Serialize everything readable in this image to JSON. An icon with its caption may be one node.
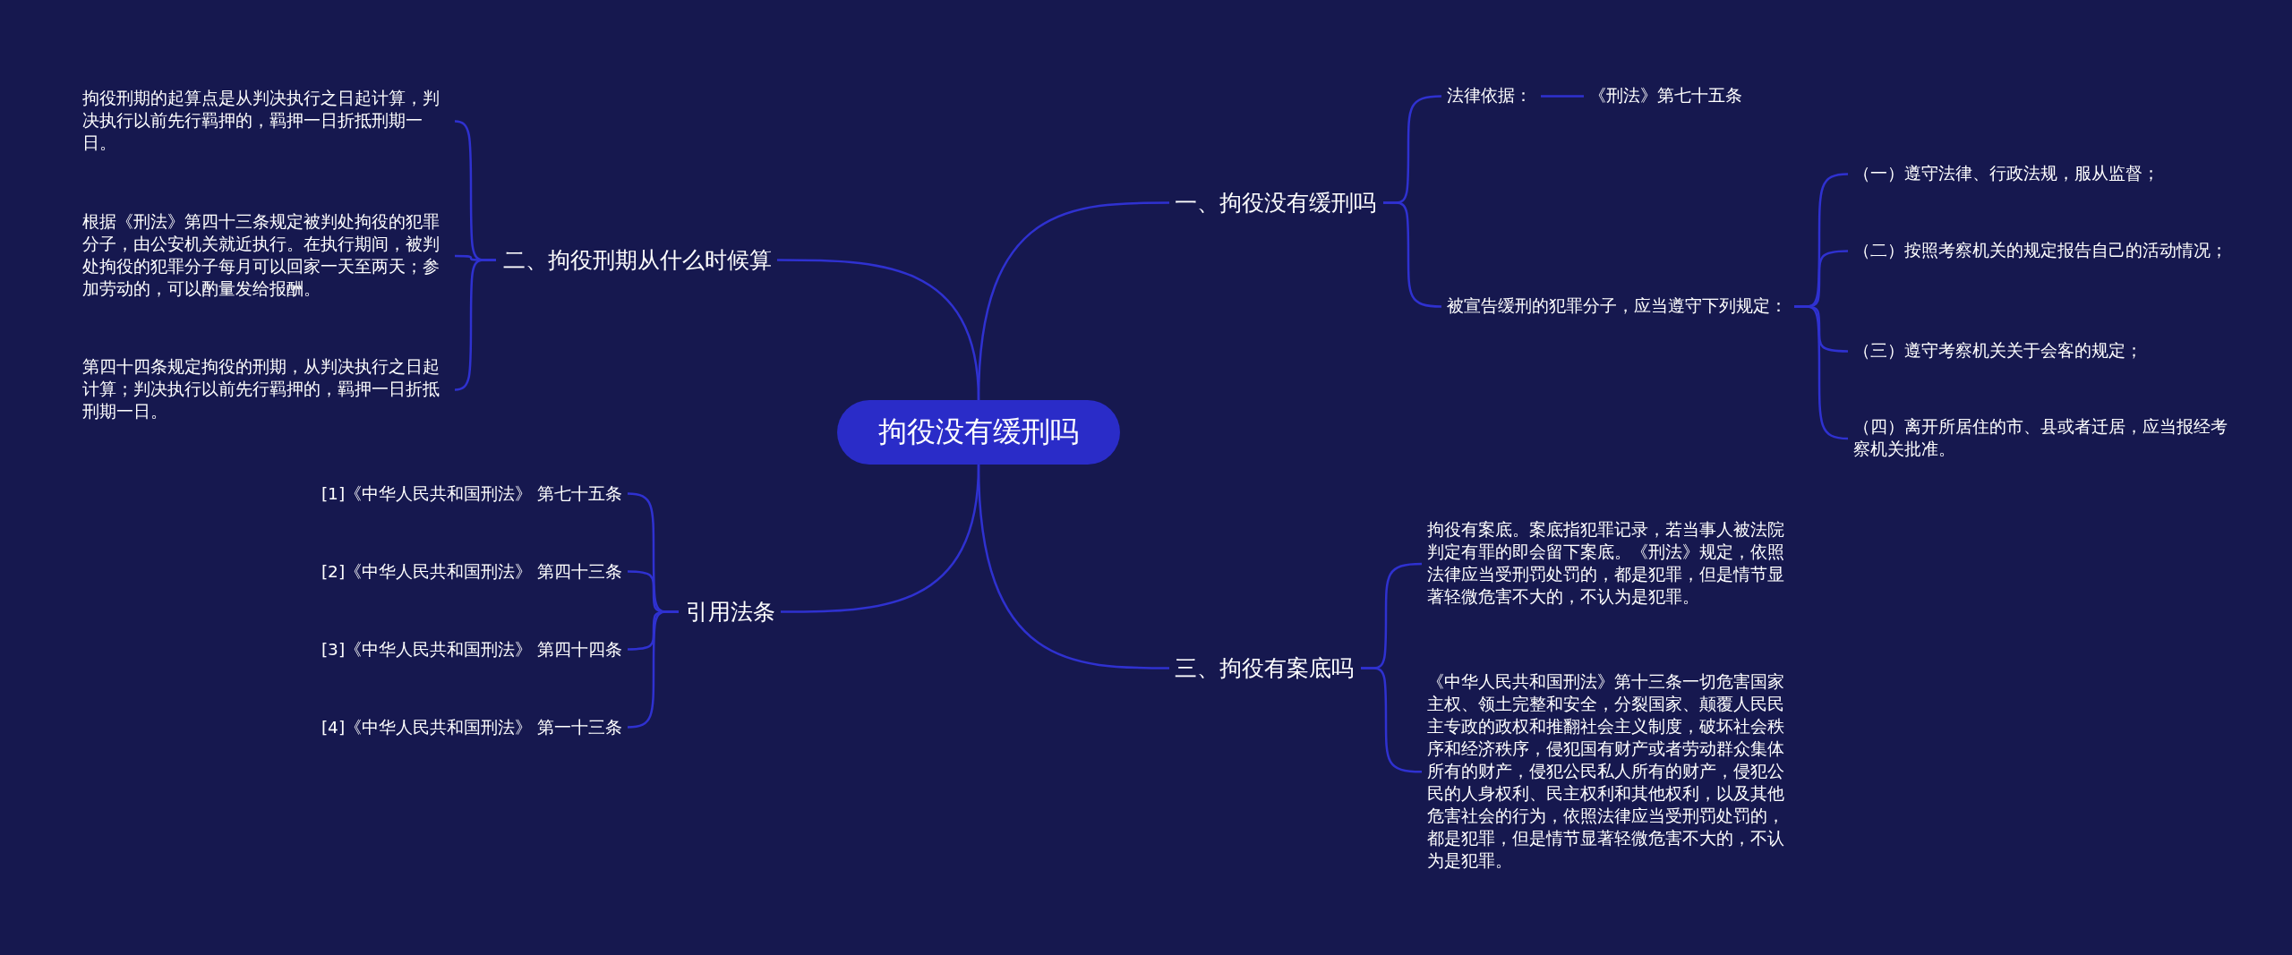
{
  "diagram": {
    "nodes": [
      {
        "text": [
          "拘役没有缓刑吗"
        ]
      },
      {
        "text": [
          "一、拘役没有缓刑吗"
        ]
      },
      {
        "text": [
          "法律依据："
        ]
      },
      {
        "text": [
          "《刑法》第七十五条"
        ]
      },
      {
        "text": [
          "被宣告缓刑的犯罪分子，应当遵守下列规定："
        ]
      },
      {
        "text": [
          "（一）遵守法律、行政法规，服从监督；"
        ]
      },
      {
        "text": [
          "（二）按照考察机关的规定报告自己的活动情况；"
        ]
      },
      {
        "text": [
          "（三）遵守考察机关关于会客的规定；"
        ]
      },
      {
        "text": [
          "（四）离开所居住的市、县或者迁居，应当报经考察机关批准。"
        ]
      },
      {
        "text": [
          "二、拘役刑期从什么时候算"
        ]
      },
      {
        "text": [
          "拘役刑期的起算点是从判决执行之日起计算，判决执行以前先行羁押的，羁押一日折抵刑期一日。"
        ]
      },
      {
        "text": [
          "根据《刑法》第四十三条规定被判处拘役的犯罪分子，由公安机关就近执行。在执行期间，被判处拘役的犯罪分子每月可以回家一天至两天；参加劳动的，可以酌量发给报酬。"
        ]
      },
      {
        "text": [
          "第四十四条规定拘役的刑期，从判决执行之日起计算；判决执行以前先行羁押的，羁押一日折抵刑期一日。"
        ]
      },
      {
        "text": [
          "引用法条"
        ]
      },
      {
        "text": [
          "[1]《中华人民共和国刑法》 第七十五条"
        ]
      },
      {
        "text": [
          "[2]《中华人民共和国刑法》 第四十三条"
        ]
      },
      {
        "text": [
          "[3]《中华人民共和国刑法》 第四十四条"
        ]
      },
      {
        "text": [
          "[4]《中华人民共和国刑法》 第一十三条"
        ]
      },
      {
        "text": [
          "三、拘役有案底吗"
        ]
      },
      {
        "text": [
          "拘役有案底。案底指犯罪记录，若当事人被法院判定有罪的即会留下案底。《刑法》规定，依照法律应当受刑罚处罚的，都是犯罪，但是情节显著轻微危害不大的，不认为是犯罪。"
        ]
      },
      {
        "text": [
          "《中华人民共和国刑法》第十三条一切危害国家主权、领土完整和安全，分裂国家、颠覆人民民主专政的政权和推翻社会主义制度，破坏社会秩序和经济秩序，侵犯国有财产或者劳动群众集体所有的财产，侵犯公民私人所有的财产，侵犯公民的人身权利、民主权利和其他权利，以及其他危害社会的行为，依照法律应当受刑罚处罚的，都是犯罪，但是情节显著轻微危害不大的，不认为是犯罪。"
        ]
      }
    ],
    "edges": [
      {
        "from": 0,
        "to": 1,
        "arrow": "none"
      },
      {
        "from": 1,
        "to": 2,
        "arrow": "none"
      },
      {
        "from": 2,
        "to": 3,
        "arrow": "none"
      },
      {
        "from": 1,
        "to": 4,
        "arrow": "none"
      },
      {
        "from": 4,
        "to": 5,
        "arrow": "none"
      },
      {
        "from": 4,
        "to": 6,
        "arrow": "none"
      },
      {
        "from": 4,
        "to": 7,
        "arrow": "none"
      },
      {
        "from": 4,
        "to": 8,
        "arrow": "none"
      },
      {
        "from": 0,
        "to": 9,
        "arrow": "none"
      },
      {
        "from": 9,
        "to": 10,
        "arrow": "none"
      },
      {
        "from": 9,
        "to": 11,
        "arrow": "none"
      },
      {
        "from": 9,
        "to": 12,
        "arrow": "none"
      },
      {
        "from": 0,
        "to": 13,
        "arrow": "none"
      },
      {
        "from": 13,
        "to": 14,
        "arrow": "none"
      },
      {
        "from": 13,
        "to": 15,
        "arrow": "none"
      },
      {
        "from": 13,
        "to": 16,
        "arrow": "none"
      },
      {
        "from": 13,
        "to": 17,
        "arrow": "none"
      },
      {
        "from": 0,
        "to": 18,
        "arrow": "none"
      },
      {
        "from": 18,
        "to": 19,
        "arrow": "none"
      },
      {
        "from": 18,
        "to": 20,
        "arrow": "none"
      }
    ]
  }
}
